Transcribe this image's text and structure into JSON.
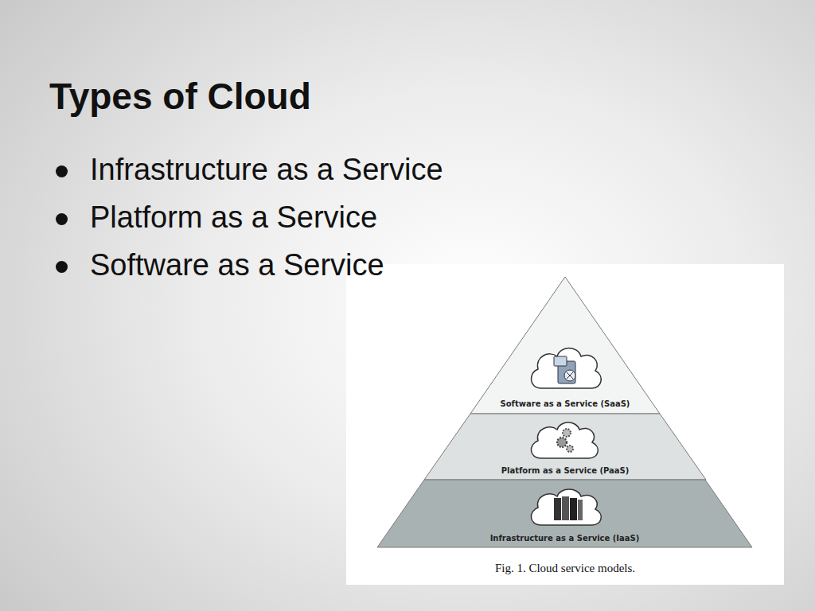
{
  "diagram": {
    "title": "Types of Cloud",
    "caption": "Fig. 1. Cloud service models.",
    "nodes": [
      {
        "text": [
          "Software as a Service (SaaS)"
        ]
      },
      {
        "text": [
          "Platform as a Service (PaaS)"
        ]
      },
      {
        "text": [
          "Infrastructure as a Service (IaaS)"
        ]
      }
    ],
    "labels": [
      "Infrastructure as a Service",
      "Platform as a Service",
      "Software as a Service"
    ]
  }
}
